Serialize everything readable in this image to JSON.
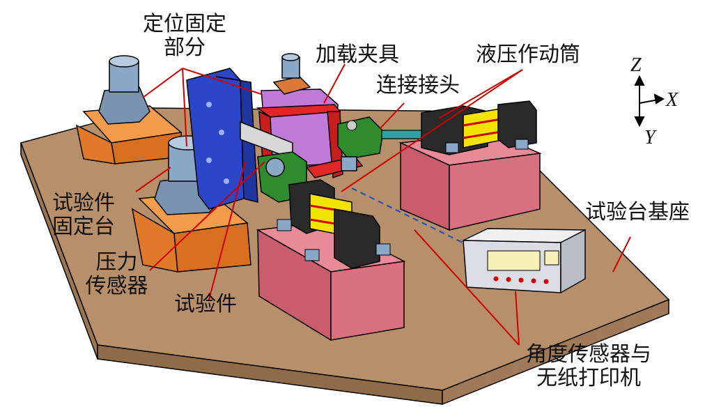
{
  "labels": {
    "positioning_fixture": [
      "定位固定",
      "部分"
    ],
    "loading_clamp": "加载夹具",
    "hydraulic_cylinder": "液压作动筒",
    "connector": "连接接头",
    "specimen_mount": [
      "试验件",
      "固定台"
    ],
    "pressure_sensor": [
      "压力",
      "传感器"
    ],
    "specimen": "试验件",
    "test_bench_base": "试验台基座",
    "angle_sensor_printer": [
      "角度传感器与",
      "无纸打印机"
    ]
  },
  "axes": {
    "z": "Z",
    "x": "X",
    "y": "Y"
  },
  "colors": {
    "base_plate": "#b78f6a",
    "orange_block": "#ef8a3a",
    "pink_block": "#d9707f",
    "steel_blue": "#8aa9c9",
    "blue_frame": "#2b46c8",
    "red_clamp": "#e02626",
    "magenta_block": "#c07ad8",
    "green_sensor": "#2e8b2e",
    "yellow_cylinder": "#f2e400",
    "dark_cylinder": "#2a2a2a",
    "leader_line": "#d00000",
    "recorder": "#dadde3"
  }
}
